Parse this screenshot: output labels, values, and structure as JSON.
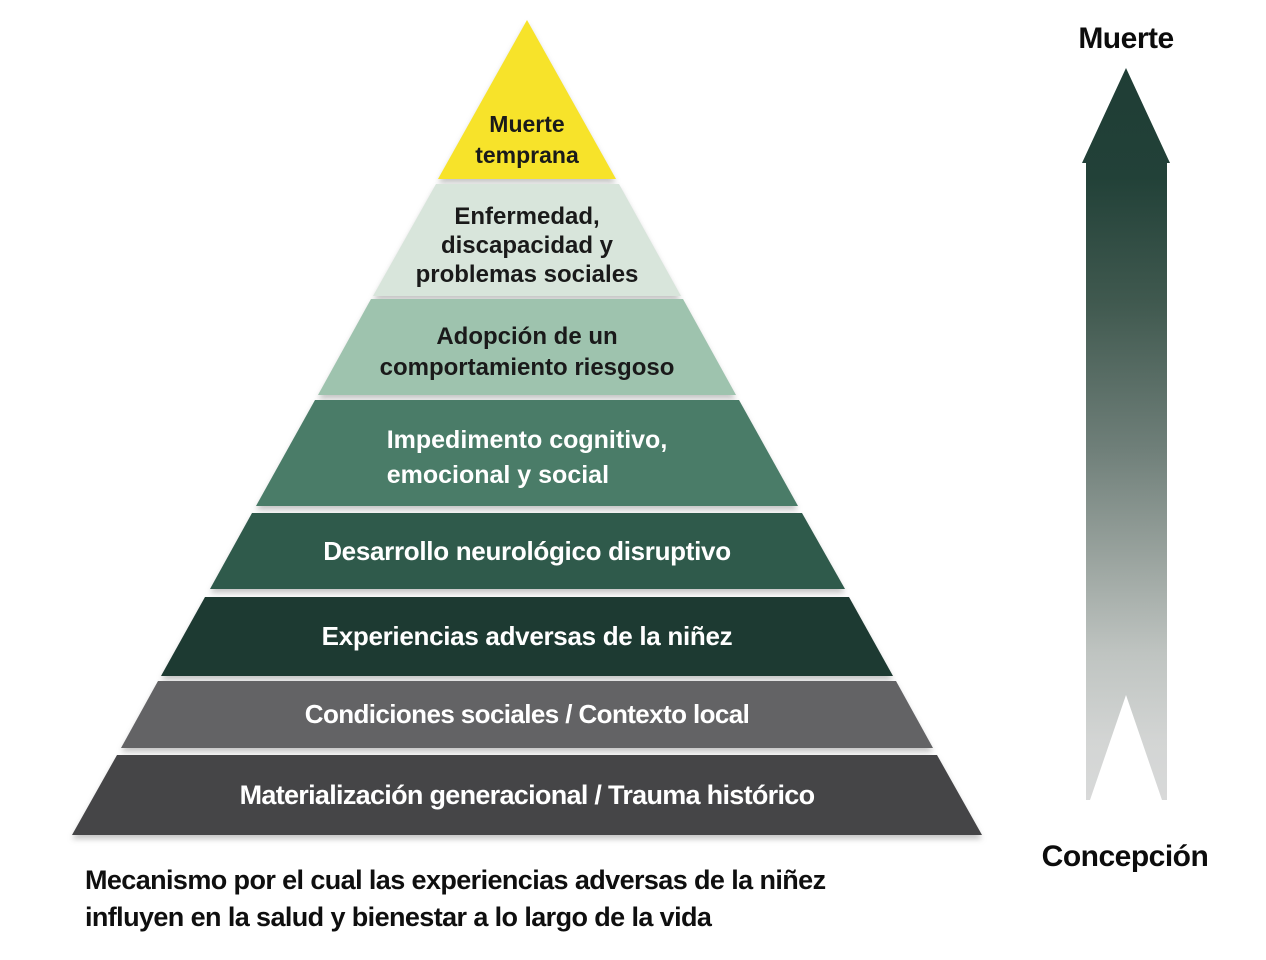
{
  "pyramid": {
    "levels": [
      {
        "name": "muerte-temprana",
        "label": "Muerte temprana",
        "lines": [
          "Muerte",
          "temprana"
        ],
        "color": "#F7E32A",
        "text_color": "#1a1a1a"
      },
      {
        "name": "enfermedad-discapacidad",
        "label": "Enfermedad, discapacidad y problemas sociales",
        "lines": [
          "Enfermedad,",
          "discapacidad y",
          "problemas sociales"
        ],
        "color": "#D8E5DB",
        "text_color": "#1a1a1a"
      },
      {
        "name": "adopcion-comportamiento-riesgoso",
        "label": "Adopción de un comportamiento riesgoso",
        "lines": [
          "Adopción de un",
          "comportamiento riesgoso"
        ],
        "color": "#9EC3AE",
        "text_color": "#1a1a1a"
      },
      {
        "name": "impedimento-cognitivo",
        "label": "Impedimento cognitivo, emocional y social",
        "lines": [
          "Impedimento cognitivo,",
          "emocional y social"
        ],
        "color": "#4A7C68",
        "text_color": "#ffffff"
      },
      {
        "name": "desarrollo-neurologico",
        "label": "Desarrollo neurológico disruptivo",
        "lines": [
          "Desarrollo neurológico disruptivo"
        ],
        "color": "#2F5A4B",
        "text_color": "#ffffff"
      },
      {
        "name": "experiencias-adversas",
        "label": "Experiencias adversas de la niñez",
        "lines": [
          "Experiencias adversas de la niñez"
        ],
        "color": "#1D3A32",
        "text_color": "#ffffff"
      },
      {
        "name": "condiciones-sociales",
        "label": "Condiciones sociales / Contexto local",
        "lines": [
          "Condiciones sociales / Contexto local"
        ],
        "color": "#636365",
        "text_color": "#ffffff"
      },
      {
        "name": "materializacion-generacional",
        "label": "Materialización generacional / Trauma histórico",
        "lines": [
          "Materialización generacional / Trauma histórico"
        ],
        "color": "#454547",
        "text_color": "#ffffff"
      }
    ]
  },
  "timeline_arrow": {
    "top_label": "Muerte",
    "bottom_label": "Concepción",
    "gradient_top_color": "#1F3D35",
    "gradient_bottom_color": "#D8D9D9"
  },
  "caption": {
    "text": "Mecanismo por el cual las experiencias adversas de la niñez influyen en la salud y bienestar a lo largo de la vida",
    "lines": [
      "Mecanismo por el cual las experiencias adversas de la niñez",
      "influyen en la salud y bienestar a lo largo de la vida"
    ]
  }
}
